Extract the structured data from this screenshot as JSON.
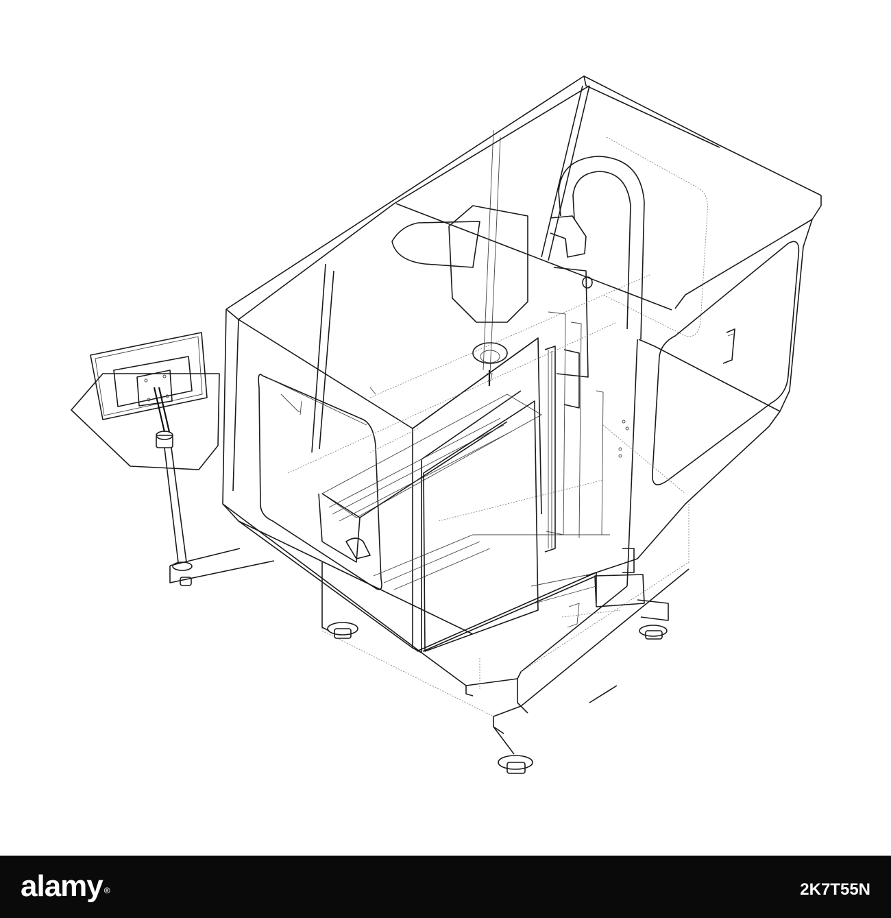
{
  "stock": {
    "brand": "alamy",
    "brand_mark": "®",
    "image_id": "2K7T55N",
    "bar_color": "#0a0a0a"
  },
  "illustration": {
    "style": "wireframe line drawing",
    "line_color": "#1a1a1a",
    "background": "#ffffff"
  }
}
